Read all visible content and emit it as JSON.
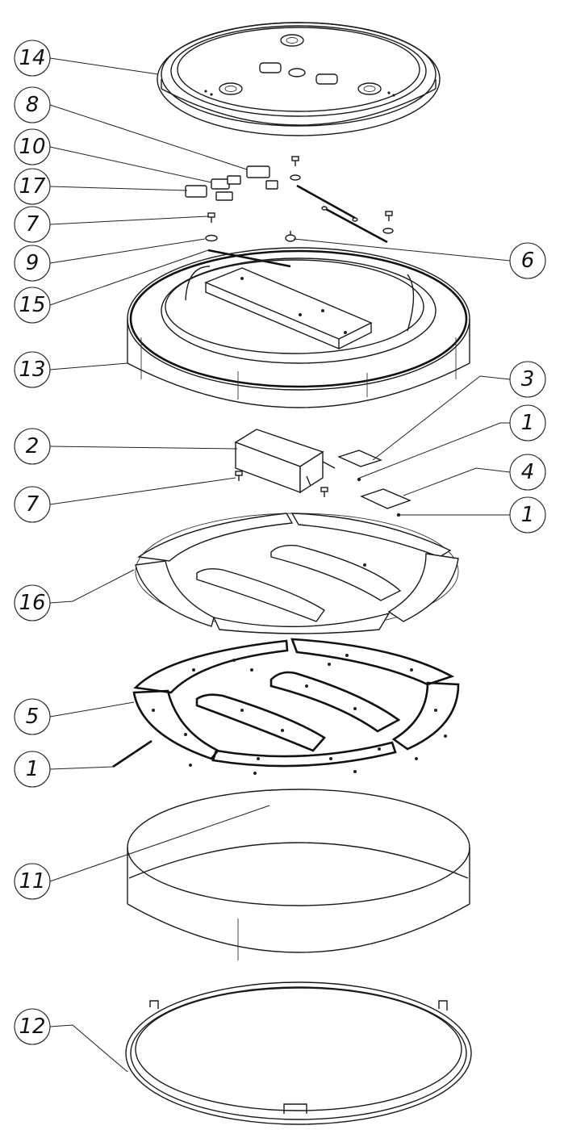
{
  "diagram": {
    "callouts": [
      {
        "id": "c14",
        "label": "14"
      },
      {
        "id": "c8",
        "label": "8"
      },
      {
        "id": "c10",
        "label": "10"
      },
      {
        "id": "c17",
        "label": "17"
      },
      {
        "id": "c7a",
        "label": "7"
      },
      {
        "id": "c9",
        "label": "9"
      },
      {
        "id": "c15",
        "label": "15"
      },
      {
        "id": "c6",
        "label": "6"
      },
      {
        "id": "c13",
        "label": "13"
      },
      {
        "id": "c3",
        "label": "3"
      },
      {
        "id": "c1a",
        "label": "1"
      },
      {
        "id": "c2",
        "label": "2"
      },
      {
        "id": "c4",
        "label": "4"
      },
      {
        "id": "c7b",
        "label": "7"
      },
      {
        "id": "c1b",
        "label": "1"
      },
      {
        "id": "c16",
        "label": "16"
      },
      {
        "id": "c5",
        "label": "5"
      },
      {
        "id": "c1c",
        "label": "1"
      },
      {
        "id": "c11",
        "label": "11"
      },
      {
        "id": "c12",
        "label": "12"
      }
    ]
  }
}
